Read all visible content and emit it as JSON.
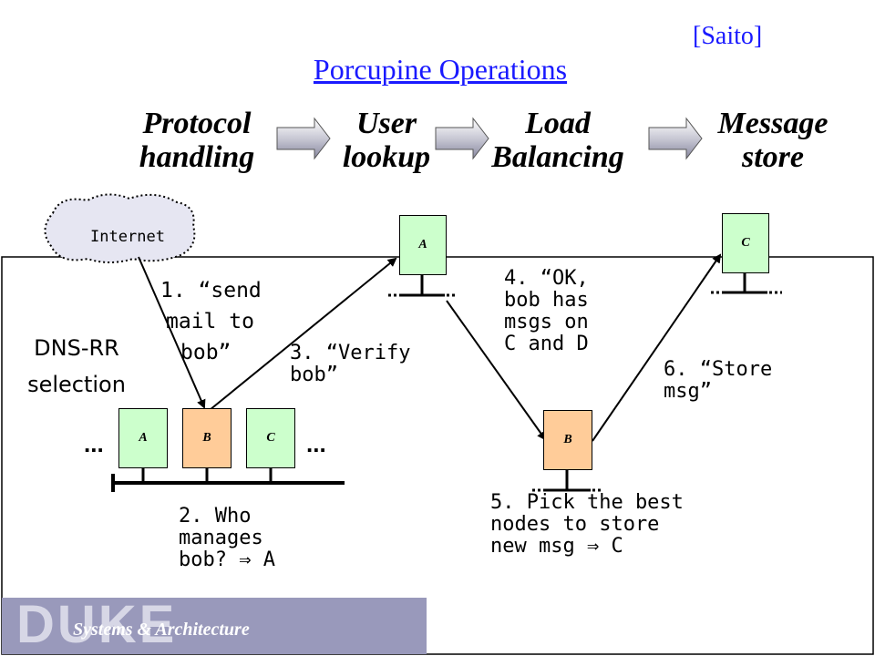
{
  "attribution": "[Saito]",
  "title": "Porcupine Operations",
  "stages": [
    {
      "line1": "Protocol",
      "line2": "handling"
    },
    {
      "line1": "User",
      "line2": "lookup"
    },
    {
      "line1": "Load",
      "line2": "Balancing"
    },
    {
      "line1": "Message",
      "line2": "store"
    }
  ],
  "cloud_label": "Internet",
  "nodes": {
    "front_a": "A",
    "front_b": "B",
    "front_c": "C",
    "lookup_a": "A",
    "balance_b": "B",
    "store_c": "C"
  },
  "ellipsis": "...",
  "dns": {
    "line1": "DNS-RR",
    "line2": "selection"
  },
  "steps": {
    "s1": {
      "line1": "1. “send",
      "line2": "mail to",
      "line3": "bob”"
    },
    "s2": {
      "line1": "2. Who",
      "line2": "manages",
      "line3": "bob?  ⇒ A"
    },
    "s3": {
      "line1": "3. “Verify",
      "line2": "bob”"
    },
    "s4": {
      "line1": "4. “OK,",
      "line2": "bob has",
      "line3": "msgs on",
      "line4": "C and D"
    },
    "s5": {
      "line1": "5. Pick the best",
      "line2": "nodes to store",
      "line3": "new msg  ⇒ C"
    },
    "s6": {
      "line1": "6. “Store",
      "line2": "msg”"
    }
  },
  "footer": {
    "brand": "DUKE",
    "tagline": "Systems & Architecture"
  },
  "colors": {
    "accent": "#1a1aff",
    "node_green": "#ccffcc",
    "node_orange": "#ffcc99",
    "footer_band": "#9999bb"
  }
}
